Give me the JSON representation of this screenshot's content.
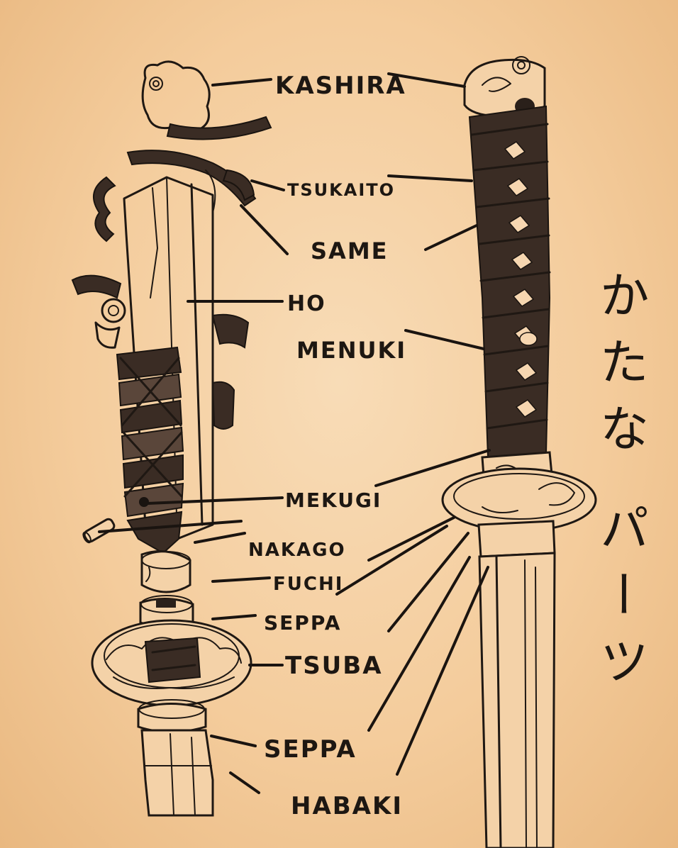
{
  "title_vertical": "かたな パーツ",
  "labels": [
    {
      "id": "kashira",
      "text": "KASHIRA"
    },
    {
      "id": "tsukaito",
      "text": "TSUKAITO"
    },
    {
      "id": "same",
      "text": "SAME"
    },
    {
      "id": "ho",
      "text": "HO"
    },
    {
      "id": "menuki",
      "text": "MENUKI"
    },
    {
      "id": "mekugi",
      "text": "MEKUGI"
    },
    {
      "id": "nakago",
      "text": "NAKAGO"
    },
    {
      "id": "fuchi",
      "text": "FUCHI"
    },
    {
      "id": "seppa1",
      "text": "SEPPA"
    },
    {
      "id": "tsuba",
      "text": "TSUBA"
    },
    {
      "id": "seppa2",
      "text": "SEPPA"
    },
    {
      "id": "habaki",
      "text": "HABAKI"
    }
  ],
  "colors": {
    "paper": "#f4cc9c",
    "ink": "#1f1813",
    "wrap": "#3a2c24"
  }
}
